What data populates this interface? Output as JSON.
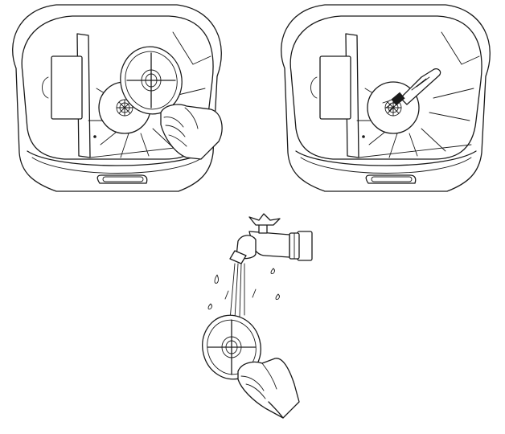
{
  "figure": {
    "panels": [
      {
        "id": "remove-filter",
        "icons": [
          "tank-icon",
          "filter-disc-icon",
          "hand-icon"
        ]
      },
      {
        "id": "brush-filter-seat",
        "icons": [
          "tank-icon",
          "brush-icon"
        ]
      },
      {
        "id": "rinse-filter",
        "icons": [
          "faucet-icon",
          "water-stream-icon",
          "filter-disc-icon",
          "hand-icon"
        ]
      }
    ],
    "colors": {
      "line": "#1a1a1a",
      "background": "#ffffff"
    }
  }
}
